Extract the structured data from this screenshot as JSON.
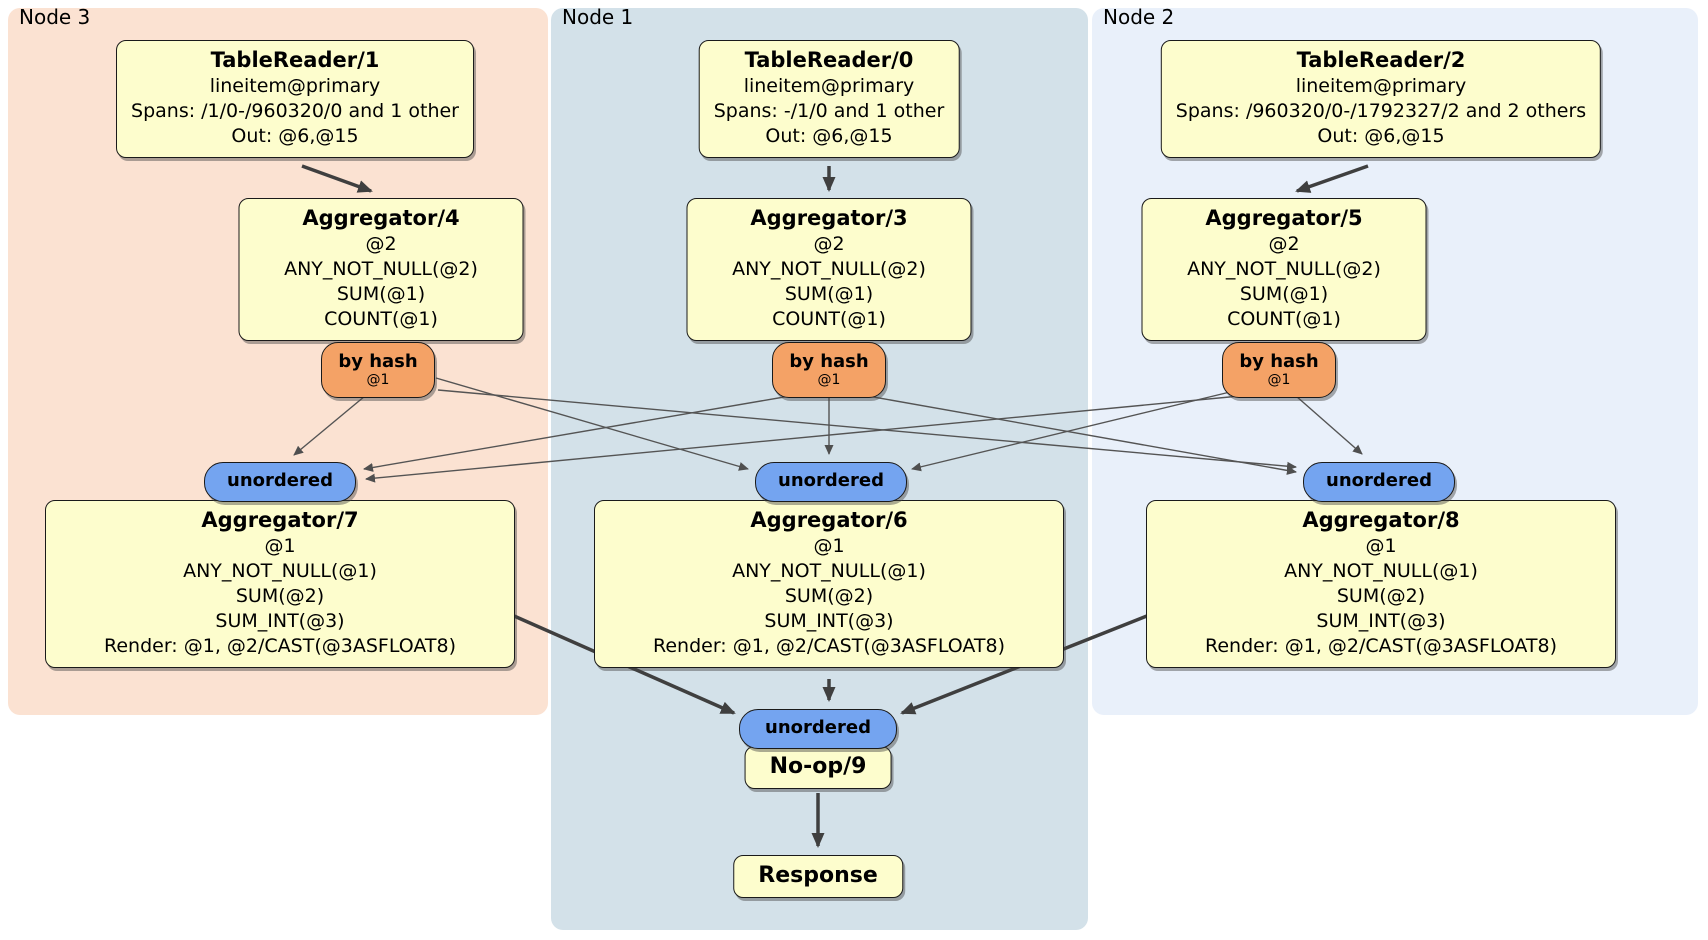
{
  "regions": [
    {
      "label": "Node 3",
      "color": "#fbe2d2"
    },
    {
      "label": "Node 1",
      "color": "#d3e1e9"
    },
    {
      "label": "Node 2",
      "color": "#e9f0fa"
    }
  ],
  "nodes": {
    "tablereader1": {
      "title": "TableReader/1",
      "lines": [
        "lineitem@primary",
        "Spans: /1/0-/960320/0 and 1 other",
        "Out: @6,@15"
      ]
    },
    "tablereader0": {
      "title": "TableReader/0",
      "lines": [
        "lineitem@primary",
        "Spans: -/1/0 and 1 other",
        "Out: @6,@15"
      ]
    },
    "tablereader2": {
      "title": "TableReader/2",
      "lines": [
        "lineitem@primary",
        "Spans: /960320/0-/1792327/2 and 2 others",
        "Out: @6,@15"
      ]
    },
    "aggregator4": {
      "title": "Aggregator/4",
      "lines": [
        "@2",
        "ANY_NOT_NULL(@2)",
        "SUM(@1)",
        "COUNT(@1)"
      ]
    },
    "aggregator3": {
      "title": "Aggregator/3",
      "lines": [
        "@2",
        "ANY_NOT_NULL(@2)",
        "SUM(@1)",
        "COUNT(@1)"
      ]
    },
    "aggregator5": {
      "title": "Aggregator/5",
      "lines": [
        "@2",
        "ANY_NOT_NULL(@2)",
        "SUM(@1)",
        "COUNT(@1)"
      ]
    },
    "aggregator7": {
      "title": "Aggregator/7",
      "lines": [
        "@1",
        "ANY_NOT_NULL(@1)",
        "SUM(@2)",
        "SUM_INT(@3)",
        "Render: @1, @2/CAST(@3ASFLOAT8)"
      ]
    },
    "aggregator6": {
      "title": "Aggregator/6",
      "lines": [
        "@1",
        "ANY_NOT_NULL(@1)",
        "SUM(@2)",
        "SUM_INT(@3)",
        "Render: @1, @2/CAST(@3ASFLOAT8)"
      ]
    },
    "aggregator8": {
      "title": "Aggregator/8",
      "lines": [
        "@1",
        "ANY_NOT_NULL(@1)",
        "SUM(@2)",
        "SUM_INT(@3)",
        "Render: @1, @2/CAST(@3ASFLOAT8)"
      ]
    },
    "noop9": {
      "title": "No-op/9"
    },
    "response": {
      "title": "Response"
    }
  },
  "routers": {
    "by_hash": {
      "label": "by hash",
      "detail": "@1"
    },
    "unordered": {
      "label": "unordered"
    }
  },
  "colors": {
    "node_fill": "#fdfdcd",
    "hash_router_fill": "#f4a266",
    "unordered_sync_fill": "#74a4f0",
    "edge": "#4a4a4a",
    "node3_region": "#fbe2d2",
    "node1_region": "#d3e1e9",
    "node2_region": "#e9f0fa"
  }
}
